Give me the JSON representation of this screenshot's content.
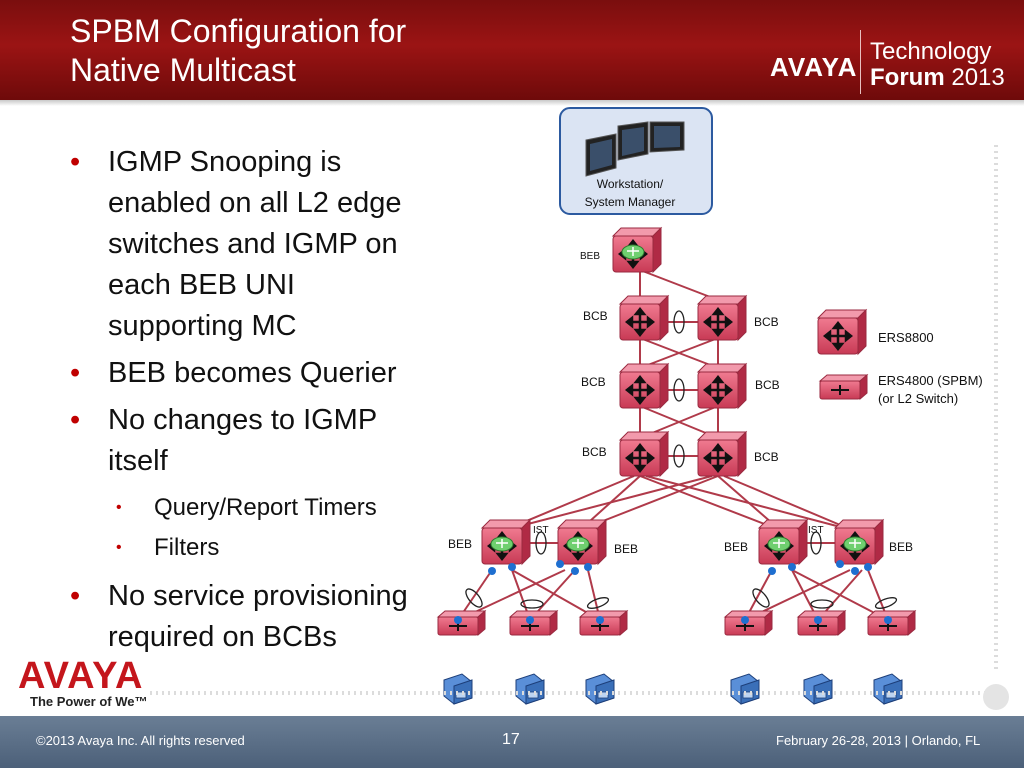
{
  "header": {
    "title_line1": "SPBM Configuration for",
    "title_line2": "Native Multicast",
    "brand_logo": "AVAYA",
    "brand_tech": "Technology",
    "brand_forum": "Forum",
    "brand_year": "2013"
  },
  "bullets": [
    {
      "text_lines": [
        "IGMP Snooping is",
        "enabled on all L2 edge",
        "switches and IGMP on",
        "each BEB UNI",
        "supporting MC"
      ]
    },
    {
      "text_lines": [
        "BEB becomes Querier"
      ]
    },
    {
      "text_lines": [
        "No changes to IGMP",
        "itself"
      ]
    },
    {
      "text_lines": [
        "No service provisioning",
        "required on BCBs"
      ]
    }
  ],
  "sub_bullets": [
    "Query/Report Timers",
    "Filters"
  ],
  "diagram": {
    "workstation_line1": "Workstation/",
    "workstation_line2": "System Manager",
    "beb_top": "BEB",
    "bcb_labels": [
      "BCB",
      "BCB",
      "BCB",
      "BCB",
      "BCB",
      "BCB"
    ],
    "ist_left": "IST",
    "ist_right": "IST",
    "beb_bottom": [
      "BEB",
      "BEB",
      "BEB",
      "BEB"
    ],
    "legend_ers8800": "ERS8800",
    "legend_ers4800_line1": "ERS4800 (SPBM)",
    "legend_ers4800_line2": "(or L2 Switch)",
    "colors": {
      "switch": "#e8506a",
      "switch_dark": "#b8304a",
      "router_green": "#6fcf6f",
      "link": "#b03a4a",
      "port": "#1e6fd0"
    }
  },
  "footer_logo": {
    "logo": "AVAYA",
    "tagline": "The Power of We™"
  },
  "footer": {
    "copyright": "©2013 Avaya Inc. All rights reserved",
    "page": "17",
    "event": "February 26-28, 2013 | Orlando, FL"
  }
}
